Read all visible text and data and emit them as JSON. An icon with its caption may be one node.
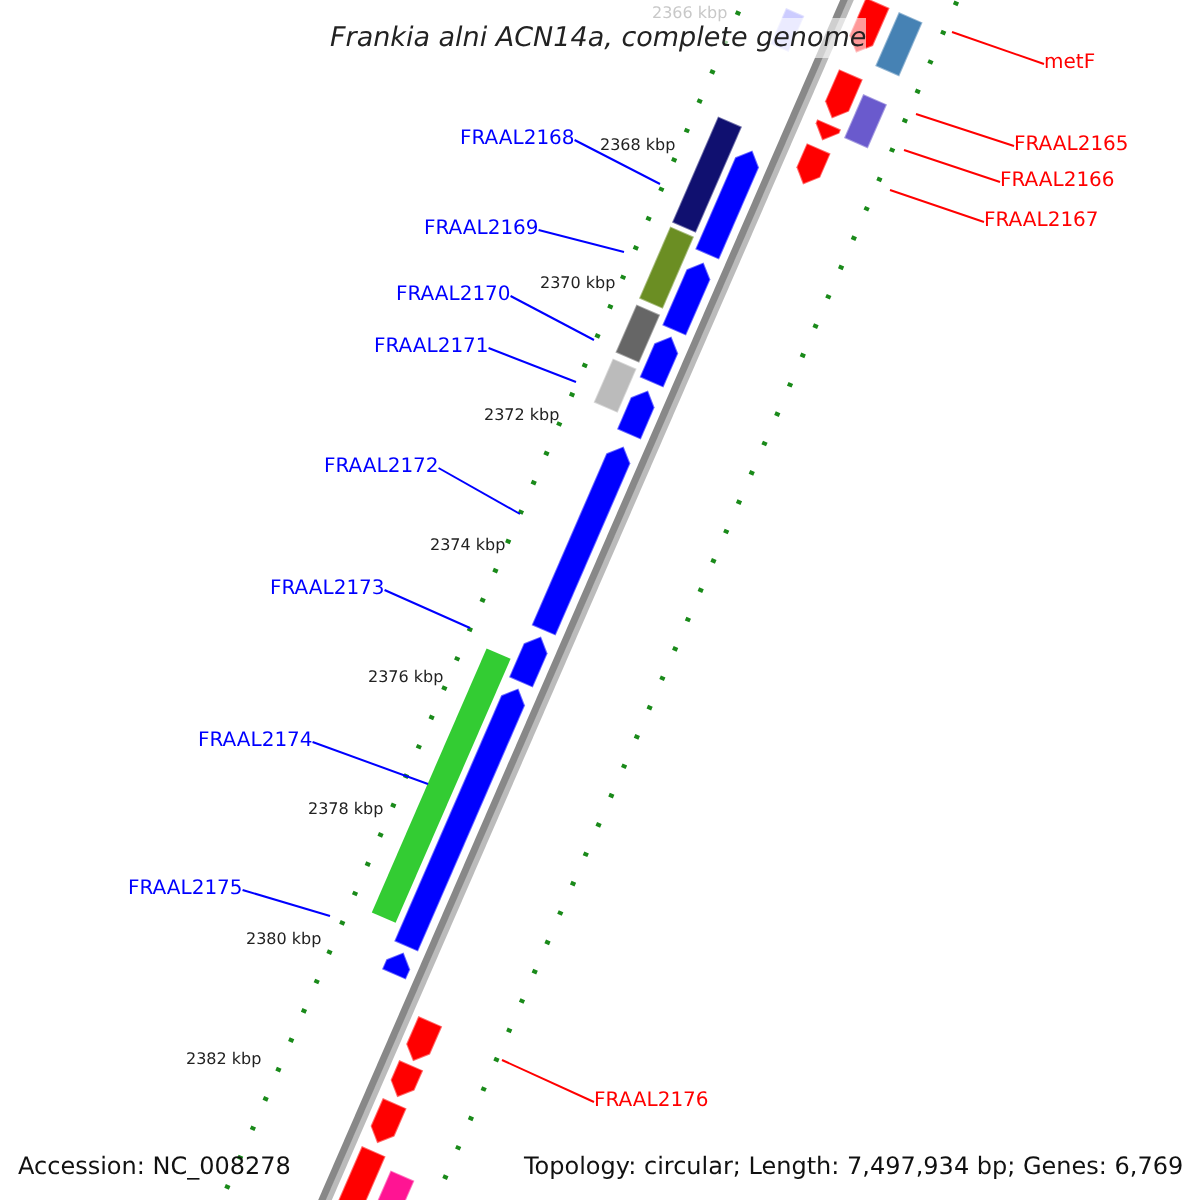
{
  "diagram": {
    "title": "Frankia alni ACN14a, complete genome",
    "nodes": [
      {
        "text": [
          "metF"
        ]
      },
      {
        "text": [
          "FRAAL2165"
        ]
      },
      {
        "text": [
          "FRAAL2166"
        ]
      },
      {
        "text": [
          "FRAAL2167"
        ]
      },
      {
        "text": [
          "FRAAL2168"
        ]
      },
      {
        "text": [
          "FRAAL2169"
        ]
      },
      {
        "text": [
          "FRAAL2170"
        ]
      },
      {
        "text": [
          "FRAAL2171"
        ]
      },
      {
        "text": [
          "FRAAL2172"
        ]
      },
      {
        "text": [
          "FRAAL2173"
        ]
      },
      {
        "text": [
          "FRAAL2174"
        ]
      },
      {
        "text": [
          "FRAAL2175"
        ]
      },
      {
        "text": [
          "FRAAL2176"
        ]
      },
      {
        "text": [],
        "shape": "bar"
      }
    ],
    "edges": [
      {
        "from": 0,
        "to": null,
        "arrow": "none",
        "color": "#ff0000"
      },
      {
        "from": 1,
        "to": null,
        "arrow": "none",
        "color": "#ff0000"
      },
      {
        "from": 2,
        "to": null,
        "arrow": "none",
        "color": "#ff0000"
      },
      {
        "from": 3,
        "to": null,
        "arrow": "none",
        "color": "#ff0000"
      },
      {
        "from": 4,
        "to": null,
        "arrow": "none"
      },
      {
        "from": 5,
        "to": null,
        "arrow": "none"
      },
      {
        "from": 6,
        "to": null,
        "arrow": "none"
      },
      {
        "from": 7,
        "to": null,
        "arrow": "none"
      },
      {
        "from": 8,
        "to": null,
        "arrow": "none"
      },
      {
        "from": 9,
        "to": null,
        "arrow": "none"
      },
      {
        "from": 10,
        "to": 13,
        "arrow": "none"
      },
      {
        "from": 11,
        "to": null,
        "arrow": "none"
      },
      {
        "from": 12,
        "to": null,
        "arrow": "none",
        "color": "#ff0000"
      }
    ],
    "labels": [
      "2366 kbp",
      "2368 kbp",
      "2370 kbp",
      "2372 kbp",
      "2374 kbp",
      "2376 kbp",
      "2378 kbp",
      "2380 kbp",
      "2382 kbp",
      "Accession: NC_008278",
      "Topology: circular; Length: 7,497,934 bp; Genes: 6,769"
    ]
  }
}
